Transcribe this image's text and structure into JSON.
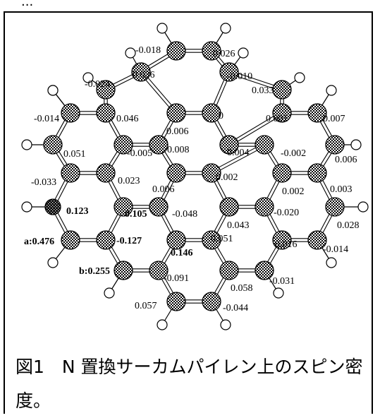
{
  "top_text": "...",
  "caption": "図1　N 置換サーカムパイレン上のスピン密度。",
  "colors": {
    "atom_fill": "#ffffff",
    "atom_stroke": "#000000",
    "hetero_fill": "#111111",
    "bond": "#000000",
    "h_fill": "#ffffff"
  },
  "labels": [
    {
      "text": "-0.018"
    },
    {
      "text": "0.026"
    },
    {
      "text": "0.036"
    },
    {
      "text": "-0.010"
    },
    {
      "text": "-0.024"
    },
    {
      "text": "0.033"
    },
    {
      "text": "-0.014"
    },
    {
      "text": "0.046"
    },
    {
      "text": "0.006"
    },
    {
      "text": "0"
    },
    {
      "text": "0.001"
    },
    {
      "text": "0.007"
    },
    {
      "text": "0.051"
    },
    {
      "text": "-0.005"
    },
    {
      "text": "0.008"
    },
    {
      "text": "0.004"
    },
    {
      "text": "-0.002"
    },
    {
      "text": "0.006"
    },
    {
      "text": "-0.033"
    },
    {
      "text": "0.023"
    },
    {
      "text": "0.006"
    },
    {
      "text": "0.002"
    },
    {
      "text": "0.002"
    },
    {
      "text": "0.003"
    },
    {
      "text": "0.123"
    },
    {
      "text": "0.105"
    },
    {
      "text": "-0.048"
    },
    {
      "text": "0.043"
    },
    {
      "text": "-0.020"
    },
    {
      "text": "0.028"
    },
    {
      "text": "a:0.476"
    },
    {
      "text": "-0.127"
    },
    {
      "text": "0.146"
    },
    {
      "text": "0.051"
    },
    {
      "text": "0.016"
    },
    {
      "text": "-0.014"
    },
    {
      "text": "b:0.255"
    },
    {
      "text": "-0.091"
    },
    {
      "text": "0.058"
    },
    {
      "text": "-0.031"
    },
    {
      "text": "0.057"
    },
    {
      "text": "-0.044"
    }
  ]
}
